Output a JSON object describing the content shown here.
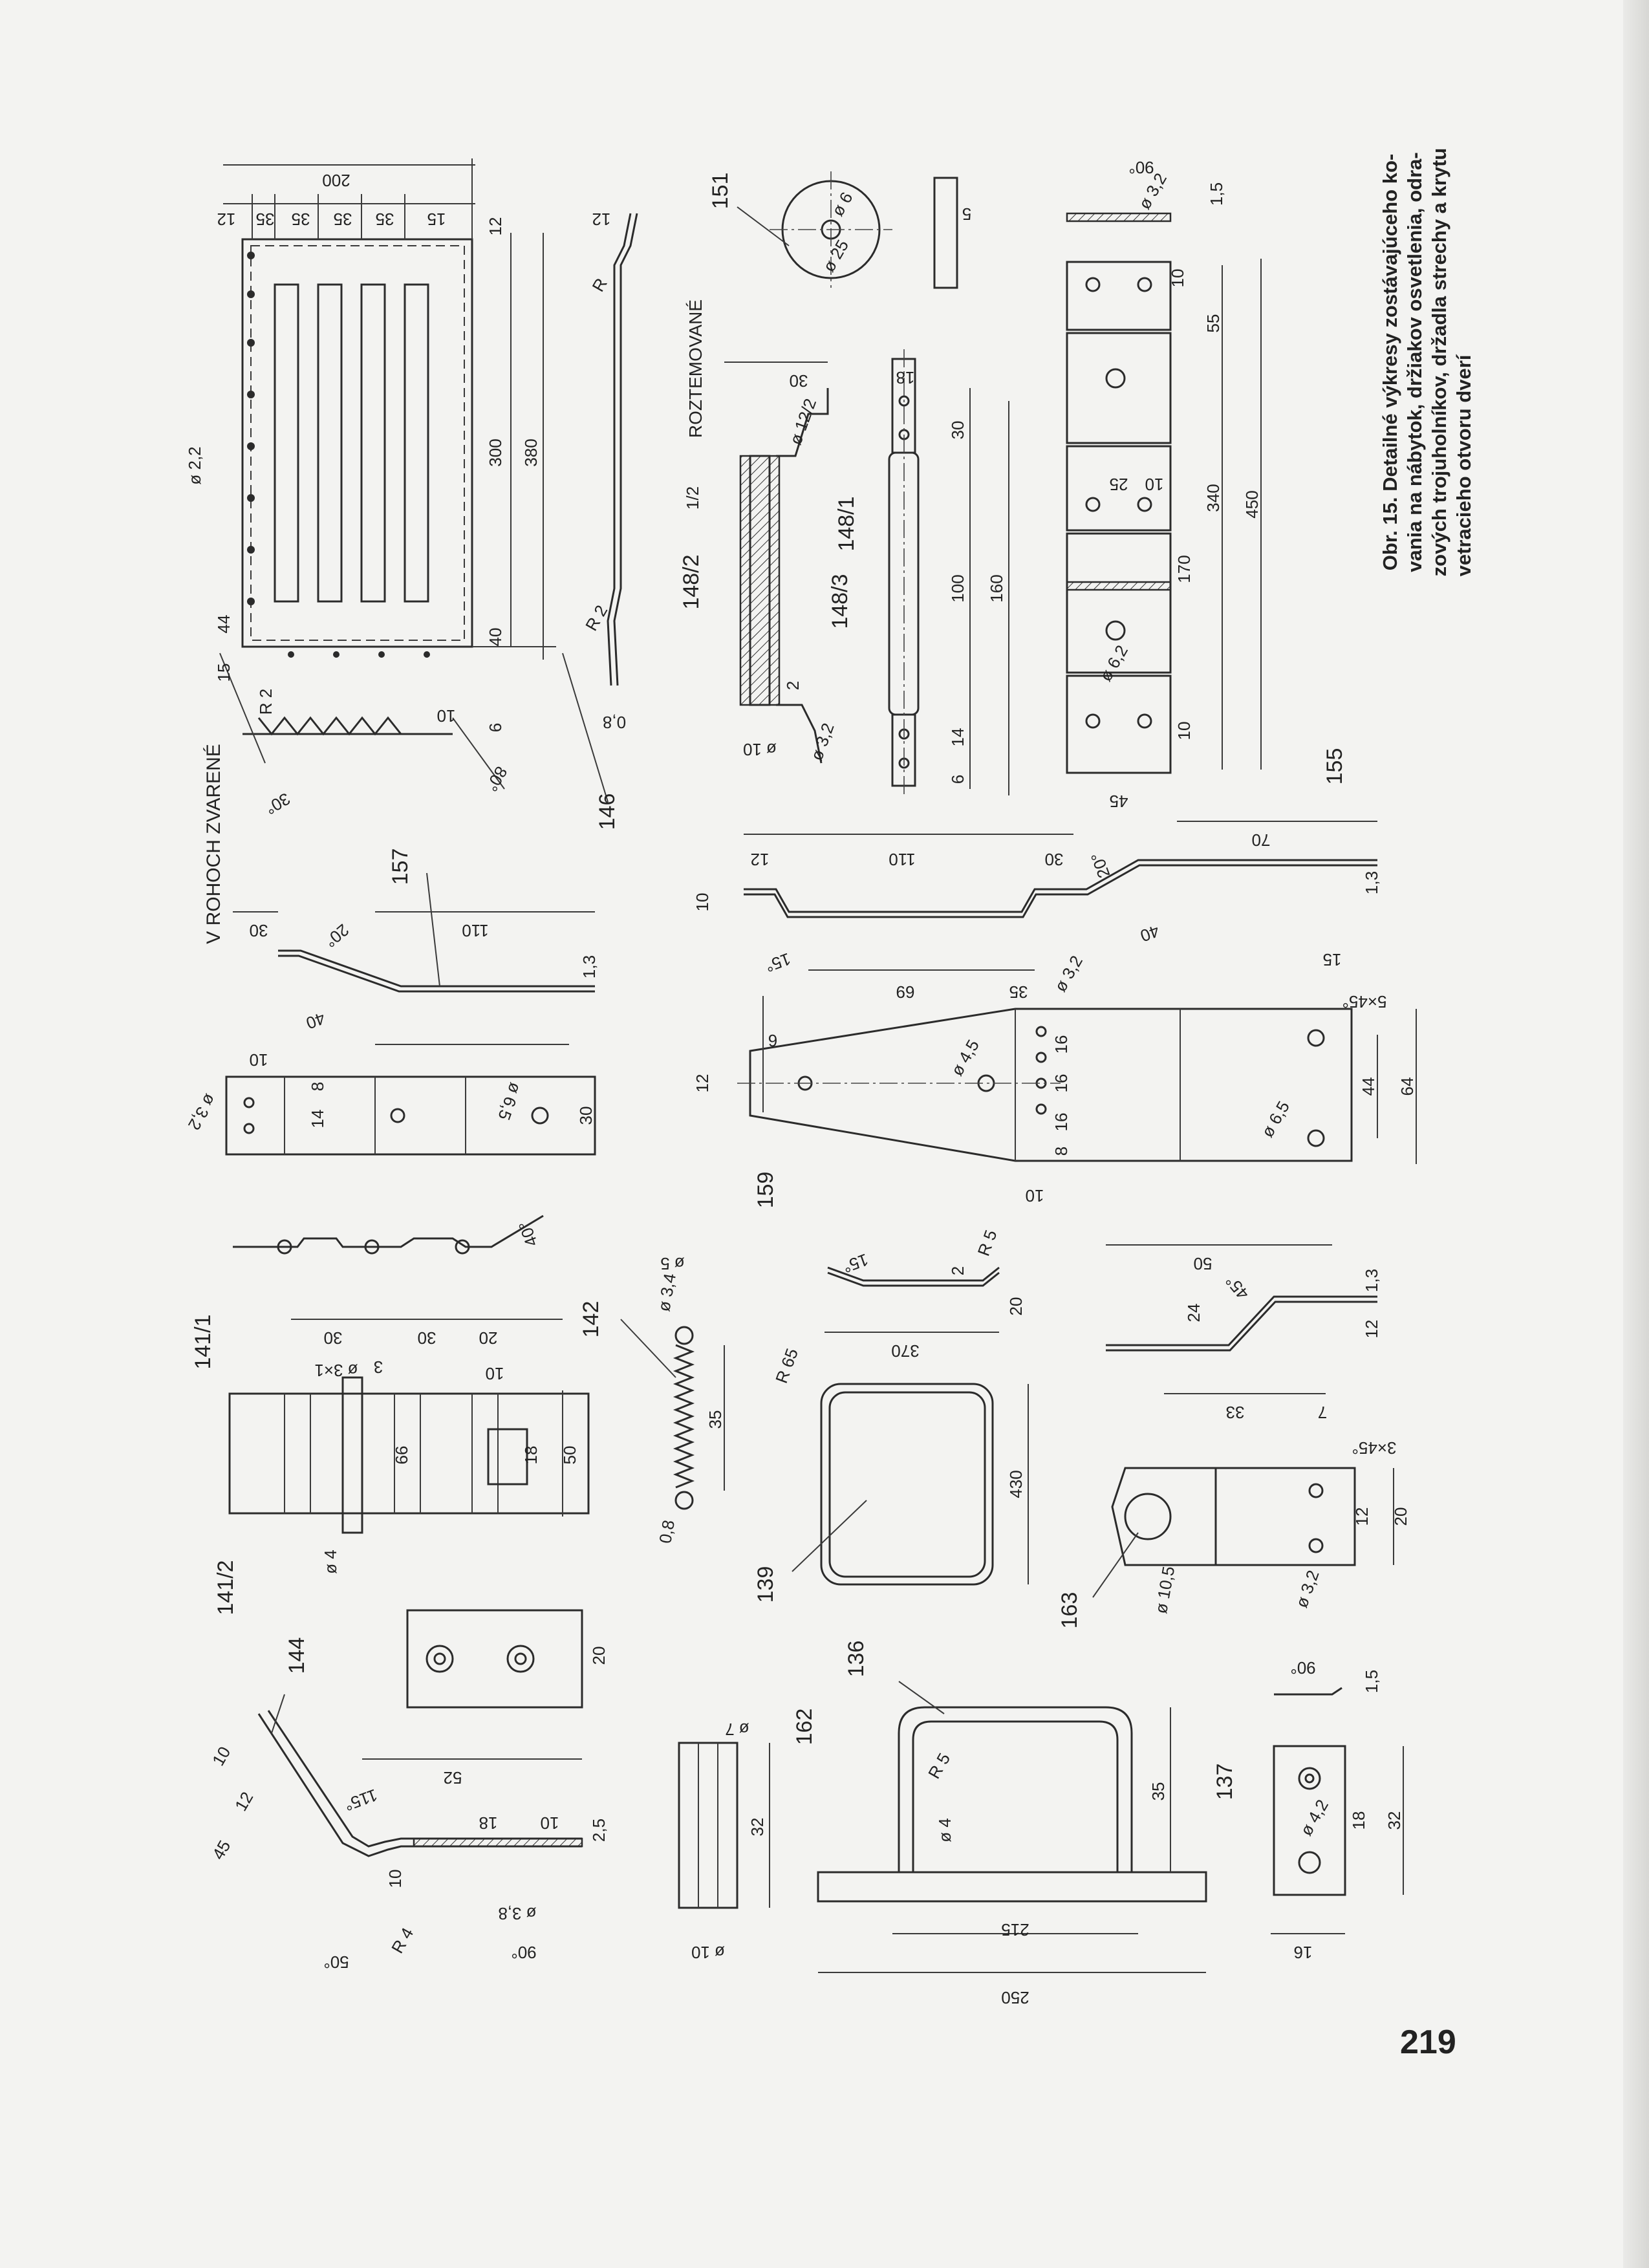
{
  "caption": {
    "line1": "Obr. 15. Detailné výkresy zostávajúceho ko-",
    "line2": "vania na nábytok, držiakov osvetlenia, odra-",
    "line3": "zových trojuholníkov, držadla strechy a krytu",
    "line4": "vetracieho otvoru dverí"
  },
  "page_number": "219",
  "parts": [
    "146",
    "157",
    "151",
    "148/1",
    "148/2",
    "148/3",
    "155",
    "159",
    "141/1",
    "141/2",
    "142",
    "139",
    "163",
    "144",
    "162",
    "136",
    "137"
  ],
  "notes": [
    "V ROHOCH ZVARENÉ",
    "ROZTEMOVANÉ"
  ],
  "dims": {
    "p146": [
      "200",
      "12",
      "35",
      "35",
      "35",
      "35",
      "15",
      "12",
      "300",
      "380",
      "40",
      "15",
      "44",
      "ø 2,2",
      "R 2",
      "10",
      "6",
      "30°",
      "80°",
      "R",
      "12",
      "R 2",
      "0,8"
    ],
    "p157": [
      "30",
      "20°",
      "110",
      "40",
      "1,3"
    ],
    "p151": [
      "ø 6",
      "ø 25",
      "5"
    ],
    "p148": [
      "30",
      "ø 12/2",
      "18",
      "30",
      "100",
      "160",
      "14",
      "6",
      "2",
      "ø 10",
      "ø 3,2",
      "1/2"
    ],
    "p155": [
      "90°",
      "ø 3,2",
      "1,5",
      "10",
      "55",
      "25",
      "10",
      "340",
      "450",
      "170",
      "ø 6,2",
      "10",
      "45"
    ],
    "p_rail": [
      "12",
      "10",
      "110",
      "30",
      "20°",
      "15°",
      "70",
      "40",
      "1,3"
    ],
    "p_plate": [
      "10",
      "14",
      "8",
      "ø 3,2",
      "ø 6,5",
      "30"
    ],
    "p159": [
      "69",
      "35",
      "ø 3,2",
      "15",
      "5×45°",
      "6",
      "12",
      "ø 4,5",
      "16",
      "16",
      "16",
      "8",
      "10",
      "ø 6,5",
      "44",
      "64"
    ],
    "p141": [
      "40°",
      "30",
      "30",
      "20",
      "ø 3×1",
      "3",
      "10",
      "66",
      "18",
      "50",
      "ø 4"
    ],
    "p142": [
      "ø 5",
      "ø 3,4",
      "35",
      "0,8"
    ],
    "p139": [
      "15°",
      "R 5",
      "2",
      "20",
      "370",
      "R 65",
      "430"
    ],
    "p_bracket": [
      "50",
      "45°",
      "24",
      "1,3",
      "12"
    ],
    "p163": [
      "33",
      "7",
      "3×45°",
      "ø 10,5",
      "12",
      "20",
      "ø 3,2"
    ],
    "p144": [
      "20",
      "52",
      "10",
      "12",
      "45",
      "115°",
      "18",
      "10",
      "2,5",
      "10",
      "ø 3,8",
      "90°",
      "50°",
      "R 4"
    ],
    "p162": [
      "ø 7",
      "32",
      "ø 10"
    ],
    "p136": [
      "R 5",
      "ø 4",
      "35",
      "215",
      "250"
    ],
    "p137": [
      "90°",
      "1,5",
      "ø 4,2",
      "18",
      "32",
      "16"
    ]
  }
}
